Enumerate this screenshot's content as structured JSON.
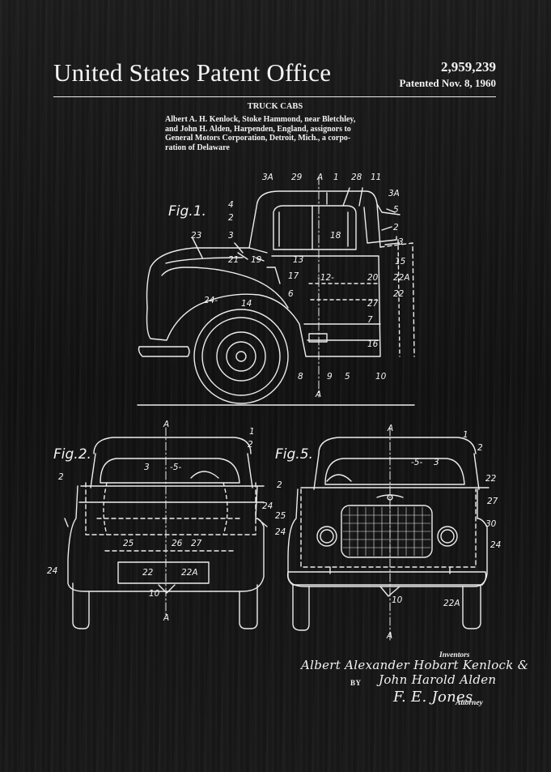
{
  "header": {
    "office": "United States Patent Office",
    "patent_number": "2,959,239",
    "patent_date": "Patented Nov. 8, 1960"
  },
  "document": {
    "subject": "TRUCK CABS",
    "description_lines": [
      "Albert A. H. Kenlock, Stoke Hammond, near Bletchley,",
      "and John H. Alden, Harpenden, England, assignors to",
      "General Motors Corporation, Detroit, Mich., a corpo-",
      "ration of Delaware"
    ]
  },
  "figures": {
    "fig1": {
      "label": "Fig.1.",
      "refs": [
        "3A",
        "29",
        "A",
        "1",
        "28",
        "11",
        "3A",
        "4",
        "5",
        "2",
        "2",
        "23",
        "3",
        "18",
        "3",
        "21",
        "19",
        "13",
        "15",
        "17",
        "-12-",
        "20",
        "22A",
        "6",
        "22",
        "24-",
        "14",
        "27",
        "7",
        "16",
        "8",
        "9",
        "5",
        "10",
        "A"
      ]
    },
    "fig2": {
      "label": "Fig.2.",
      "refs": [
        "A",
        "1",
        "2",
        "3",
        "-5-",
        "2",
        "24",
        "25",
        "26",
        "27",
        "24",
        "22",
        "22A",
        "10",
        "A"
      ]
    },
    "fig5": {
      "label": "Fig.5.",
      "refs": [
        "A",
        "1",
        "2",
        "-5-",
        "3",
        "2",
        "22",
        "27",
        "25",
        "30",
        "24",
        "24",
        "10",
        "22A",
        "A"
      ]
    }
  },
  "signatures": {
    "inventors_label": "Inventors",
    "inventor_line_1": "Albert Alexander Hobart Kenlock &",
    "inventor_line_2": "John Harold Alden",
    "by_label": "BY",
    "attorney_name": "F. E. Jones",
    "attorney_label": "Attorney"
  },
  "colors": {
    "background": "#151515",
    "ink": "#f2f2f2"
  }
}
